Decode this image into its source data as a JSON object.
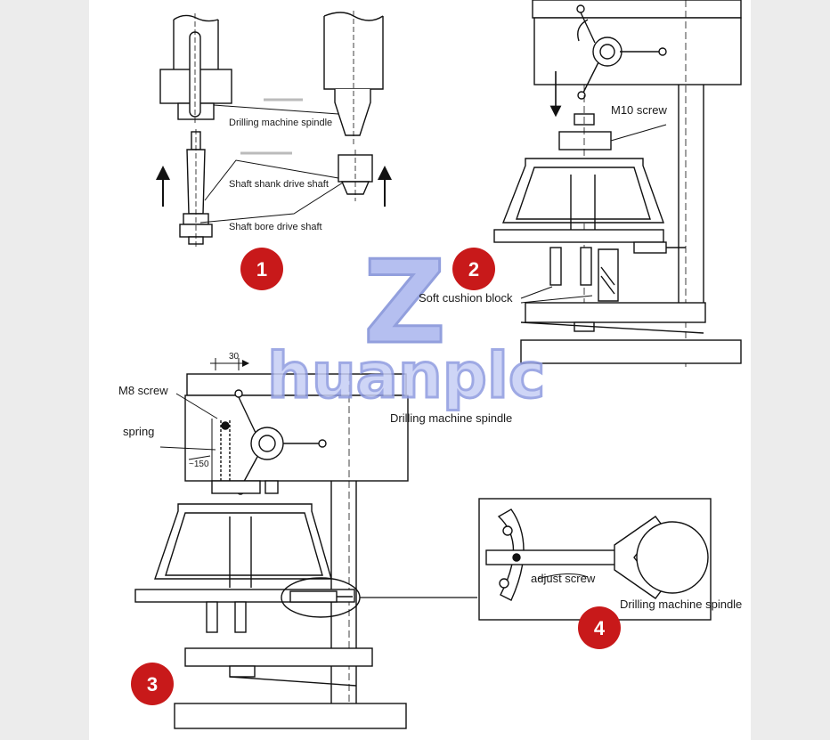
{
  "colors": {
    "background": "#ececec",
    "sheet": "#ffffff",
    "line": "#111111",
    "badge": "#c8191a",
    "watermark_fill": "#a9b5ee",
    "watermark_stroke": "#7f8fd8"
  },
  "watermark": {
    "letter": "Z",
    "word": "huanplc"
  },
  "badges": [
    "1",
    "2",
    "3",
    "4"
  ],
  "labels": {
    "drilling_machine_spindle_1": "Drilling machine spindle",
    "shaft_shank_drive_shaft": "Shaft shank drive shaft",
    "shaft_bore_drive_shaft": "Shaft bore drive shaft",
    "m10_screw": "M10 screw",
    "soft_cushion_block": "Soft cushion block",
    "m8_screw": "M8 screw",
    "spring": "spring",
    "dimension_30": "30",
    "dimension_150": "~150",
    "drilling_machine_spindle_3": "Drilling machine spindle",
    "adjust_screw": "adjust screw",
    "drilling_machine_spindle_4": "Drilling machine spindle"
  }
}
